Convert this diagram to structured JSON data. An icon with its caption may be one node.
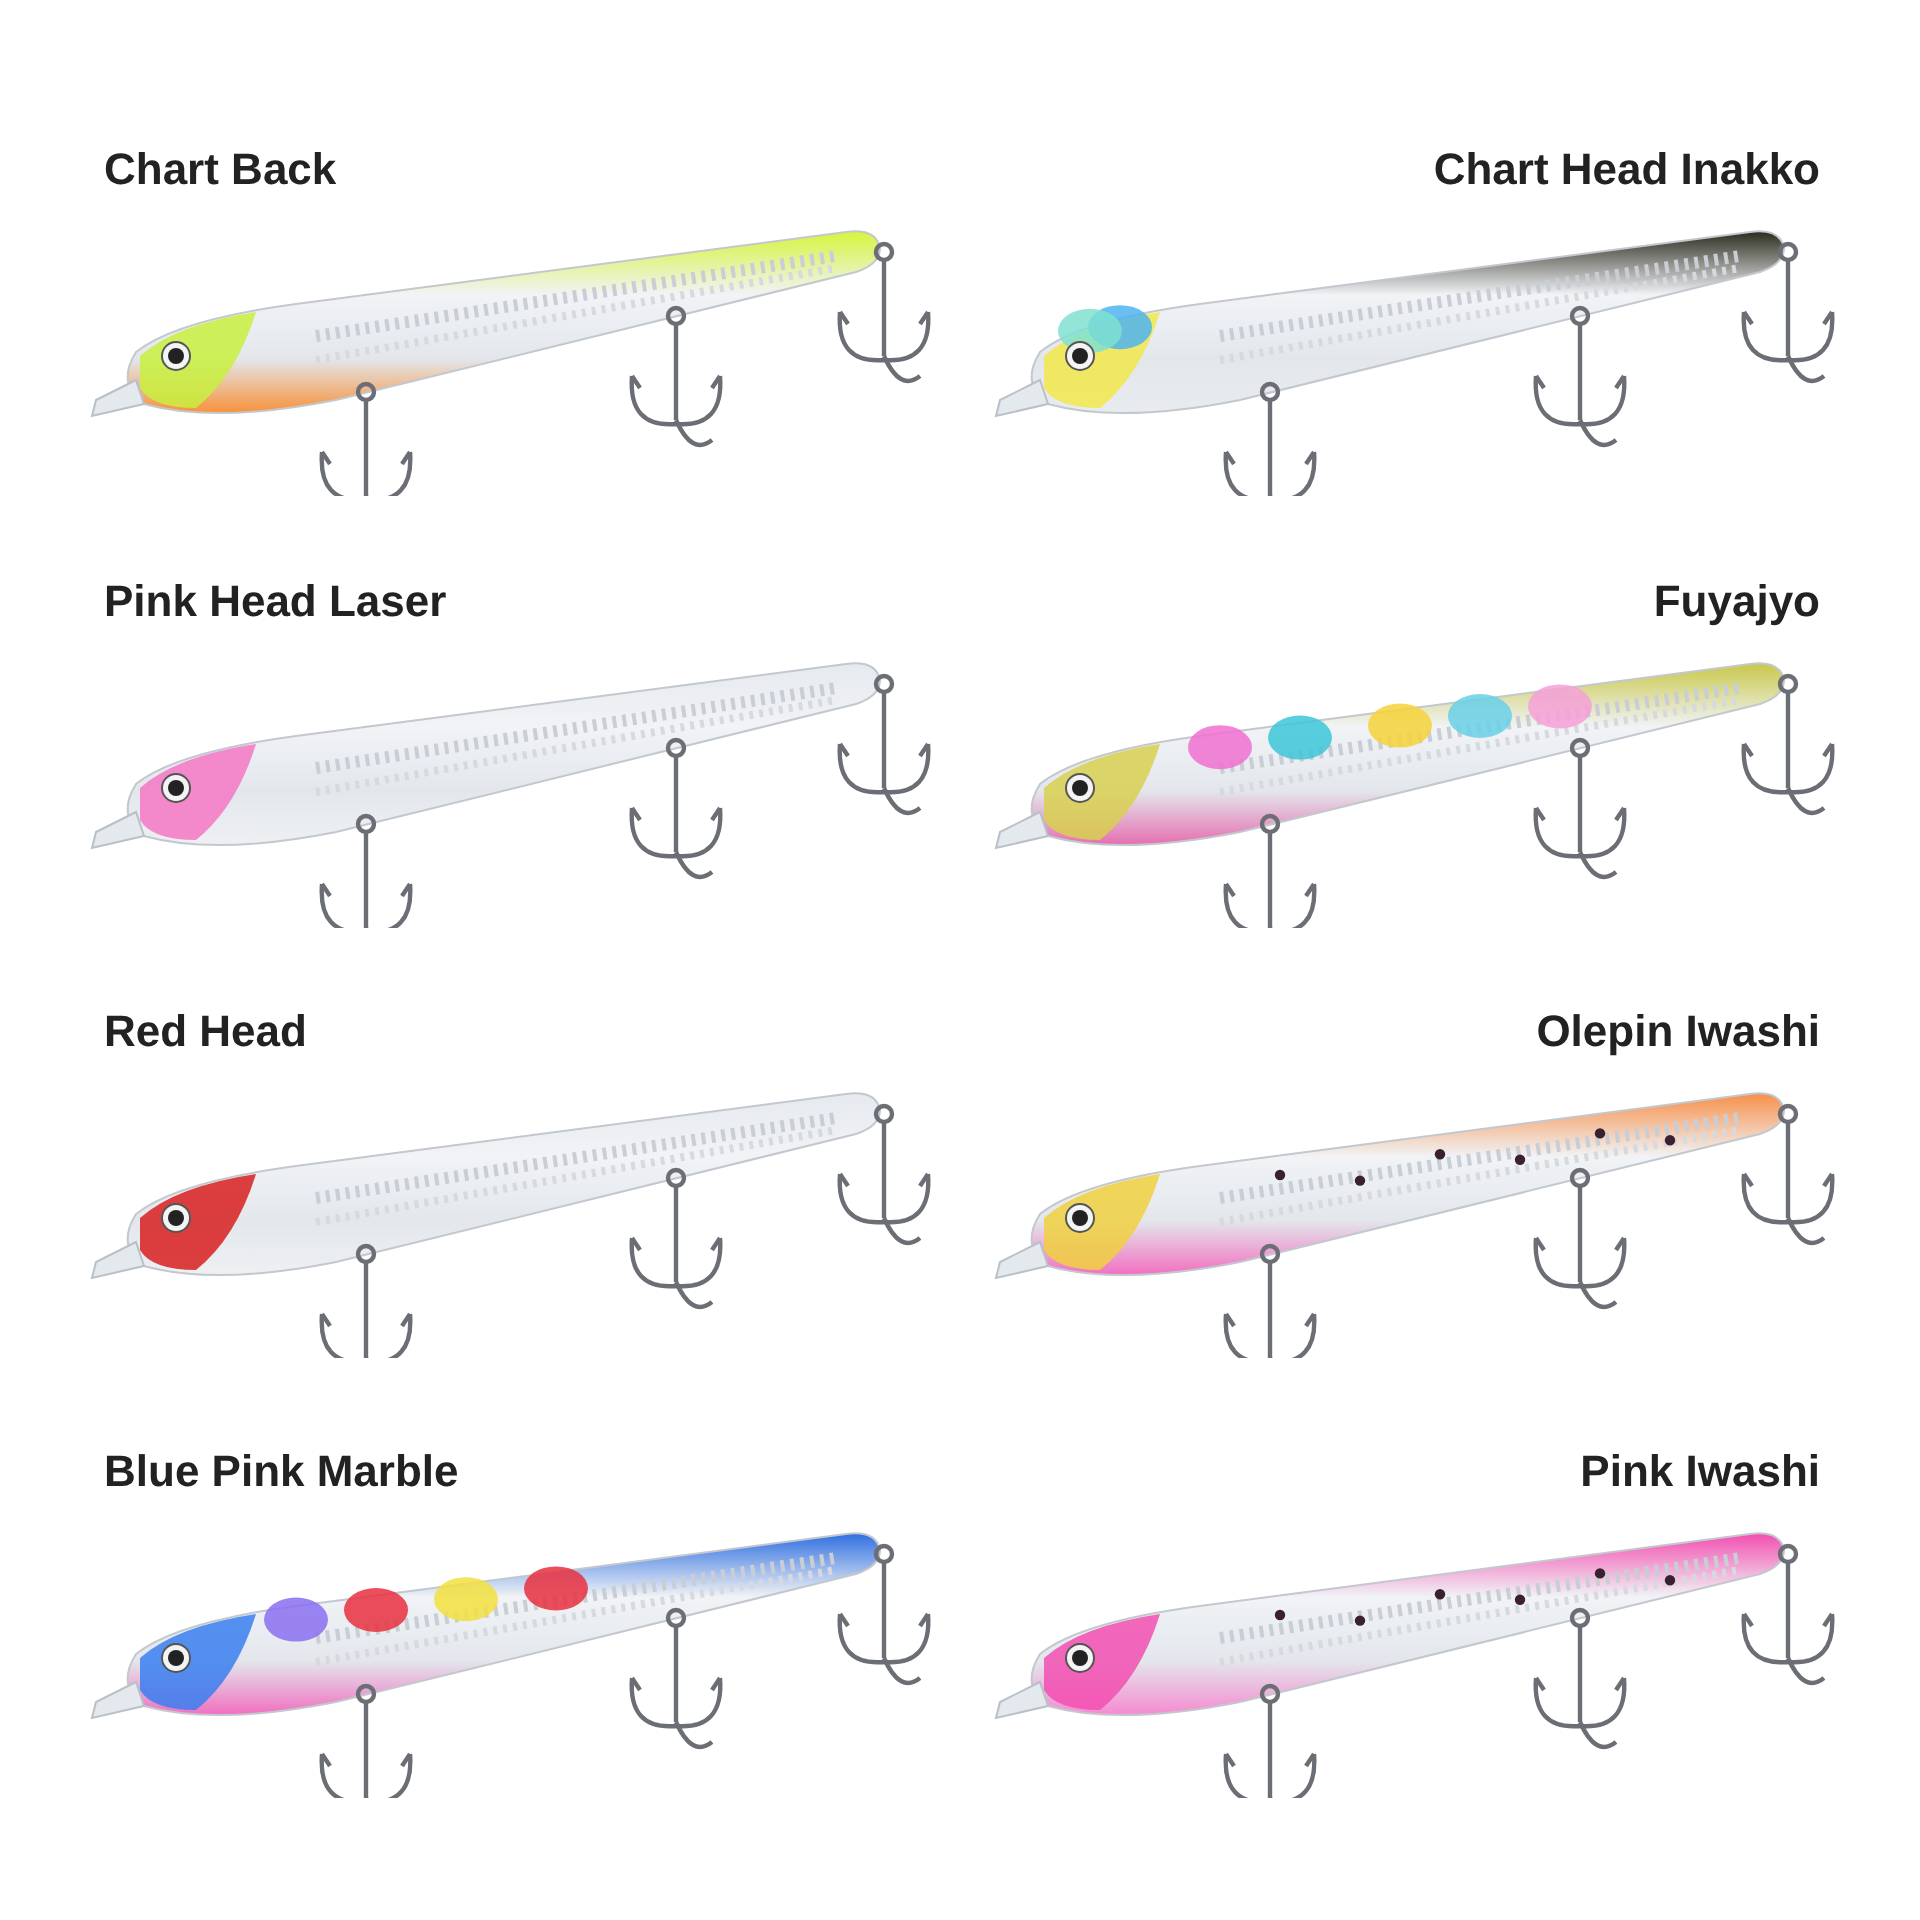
{
  "diagram": {
    "labels": [
      "Chart Back",
      "Chart Head Inakko",
      "Pink Head Laser",
      "Fuyajyo",
      "Red Head",
      "Olepin Iwashi",
      "Blue Pink Marble",
      "Pink Iwashi"
    ]
  }
}
